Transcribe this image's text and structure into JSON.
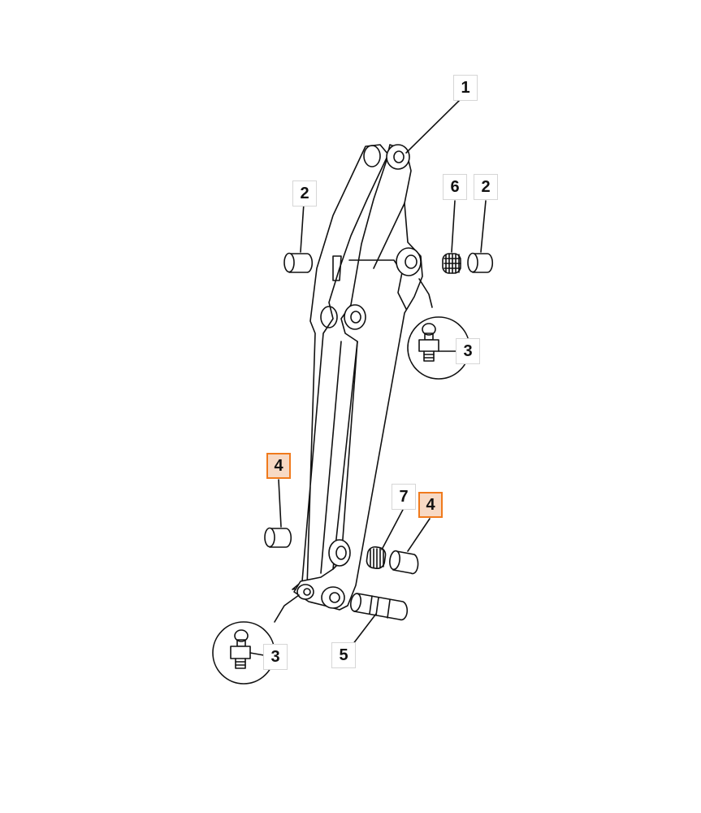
{
  "colors": {
    "line": "#111111",
    "callout_border": "#d6d6d6",
    "highlight_border": "#f07a1c",
    "highlight_fill": "#f7d9c4"
  },
  "callouts": {
    "c1": "1",
    "c2_left": "2",
    "c6": "6",
    "c2_right": "2",
    "c3_upper": "3",
    "c4_left": "4",
    "c7": "7",
    "c4_right": "4",
    "c5": "5",
    "c3_lower": "3"
  },
  "highlighted": [
    "c4_left",
    "c4_right"
  ]
}
